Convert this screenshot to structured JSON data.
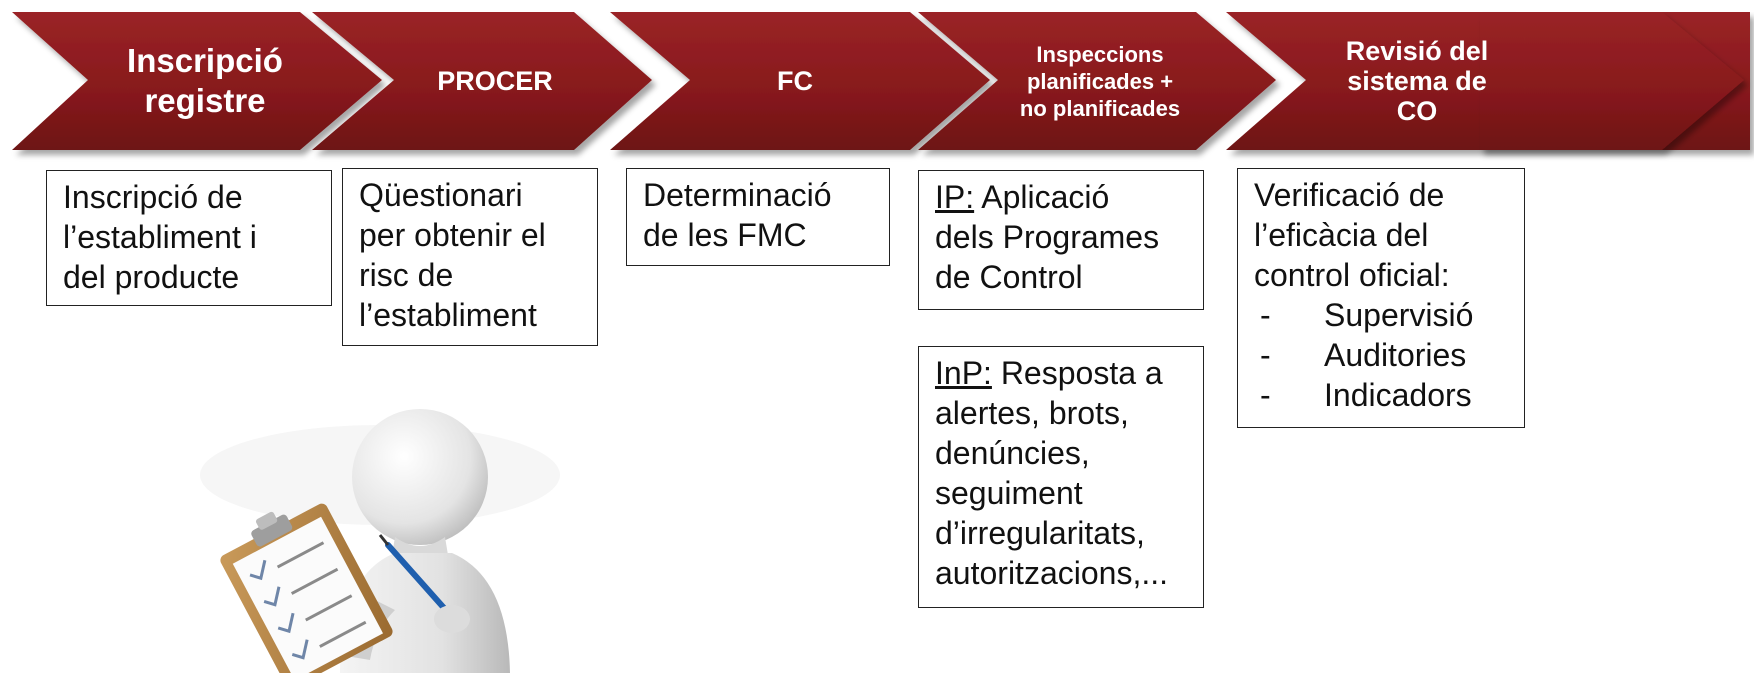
{
  "colors": {
    "chevron_fill": "#8a1c1f",
    "chevron_edge": "#5e1012",
    "box_border": "#222222",
    "text": "#111111"
  },
  "steps": [
    {
      "lines": [
        "Inscripció",
        "registre"
      ]
    },
    {
      "lines": [
        "PROCER"
      ]
    },
    {
      "lines": [
        "FC"
      ]
    },
    {
      "lines": [
        "Inspeccions",
        "planificades +",
        "no planificades"
      ]
    },
    {
      "lines": [
        "Revisió del",
        "sistema de",
        "CO"
      ]
    }
  ],
  "boxes": {
    "registration": {
      "lines": [
        "Inscripció de",
        "l’establiment  i",
        "del producte"
      ]
    },
    "procer": {
      "lines": [
        "Qüestionari",
        "per obtenir el",
        "risc de",
        "l’establiment"
      ]
    },
    "fc": {
      "lines": [
        "Determinació",
        "de les FMC"
      ]
    },
    "planned": {
      "prefix": "IP:",
      "lines": [
        " Aplicació",
        "dels Programes",
        "de Control"
      ]
    },
    "unplanned": {
      "prefix": "InP:",
      "lines": [
        " Resposta a",
        "alertes, brots,",
        "denúncies,",
        "seguiment",
        "d’irregularitats,",
        "autoritzacions,..."
      ]
    },
    "review": {
      "lines": [
        "Verificació de",
        "l’eficàcia del",
        "control oficial:"
      ],
      "bullet_marker": "-",
      "bullets": [
        "Supervisió",
        "Auditories",
        "Indicadors"
      ]
    }
  },
  "figure": {
    "icon": "person-with-clipboard-icon"
  }
}
